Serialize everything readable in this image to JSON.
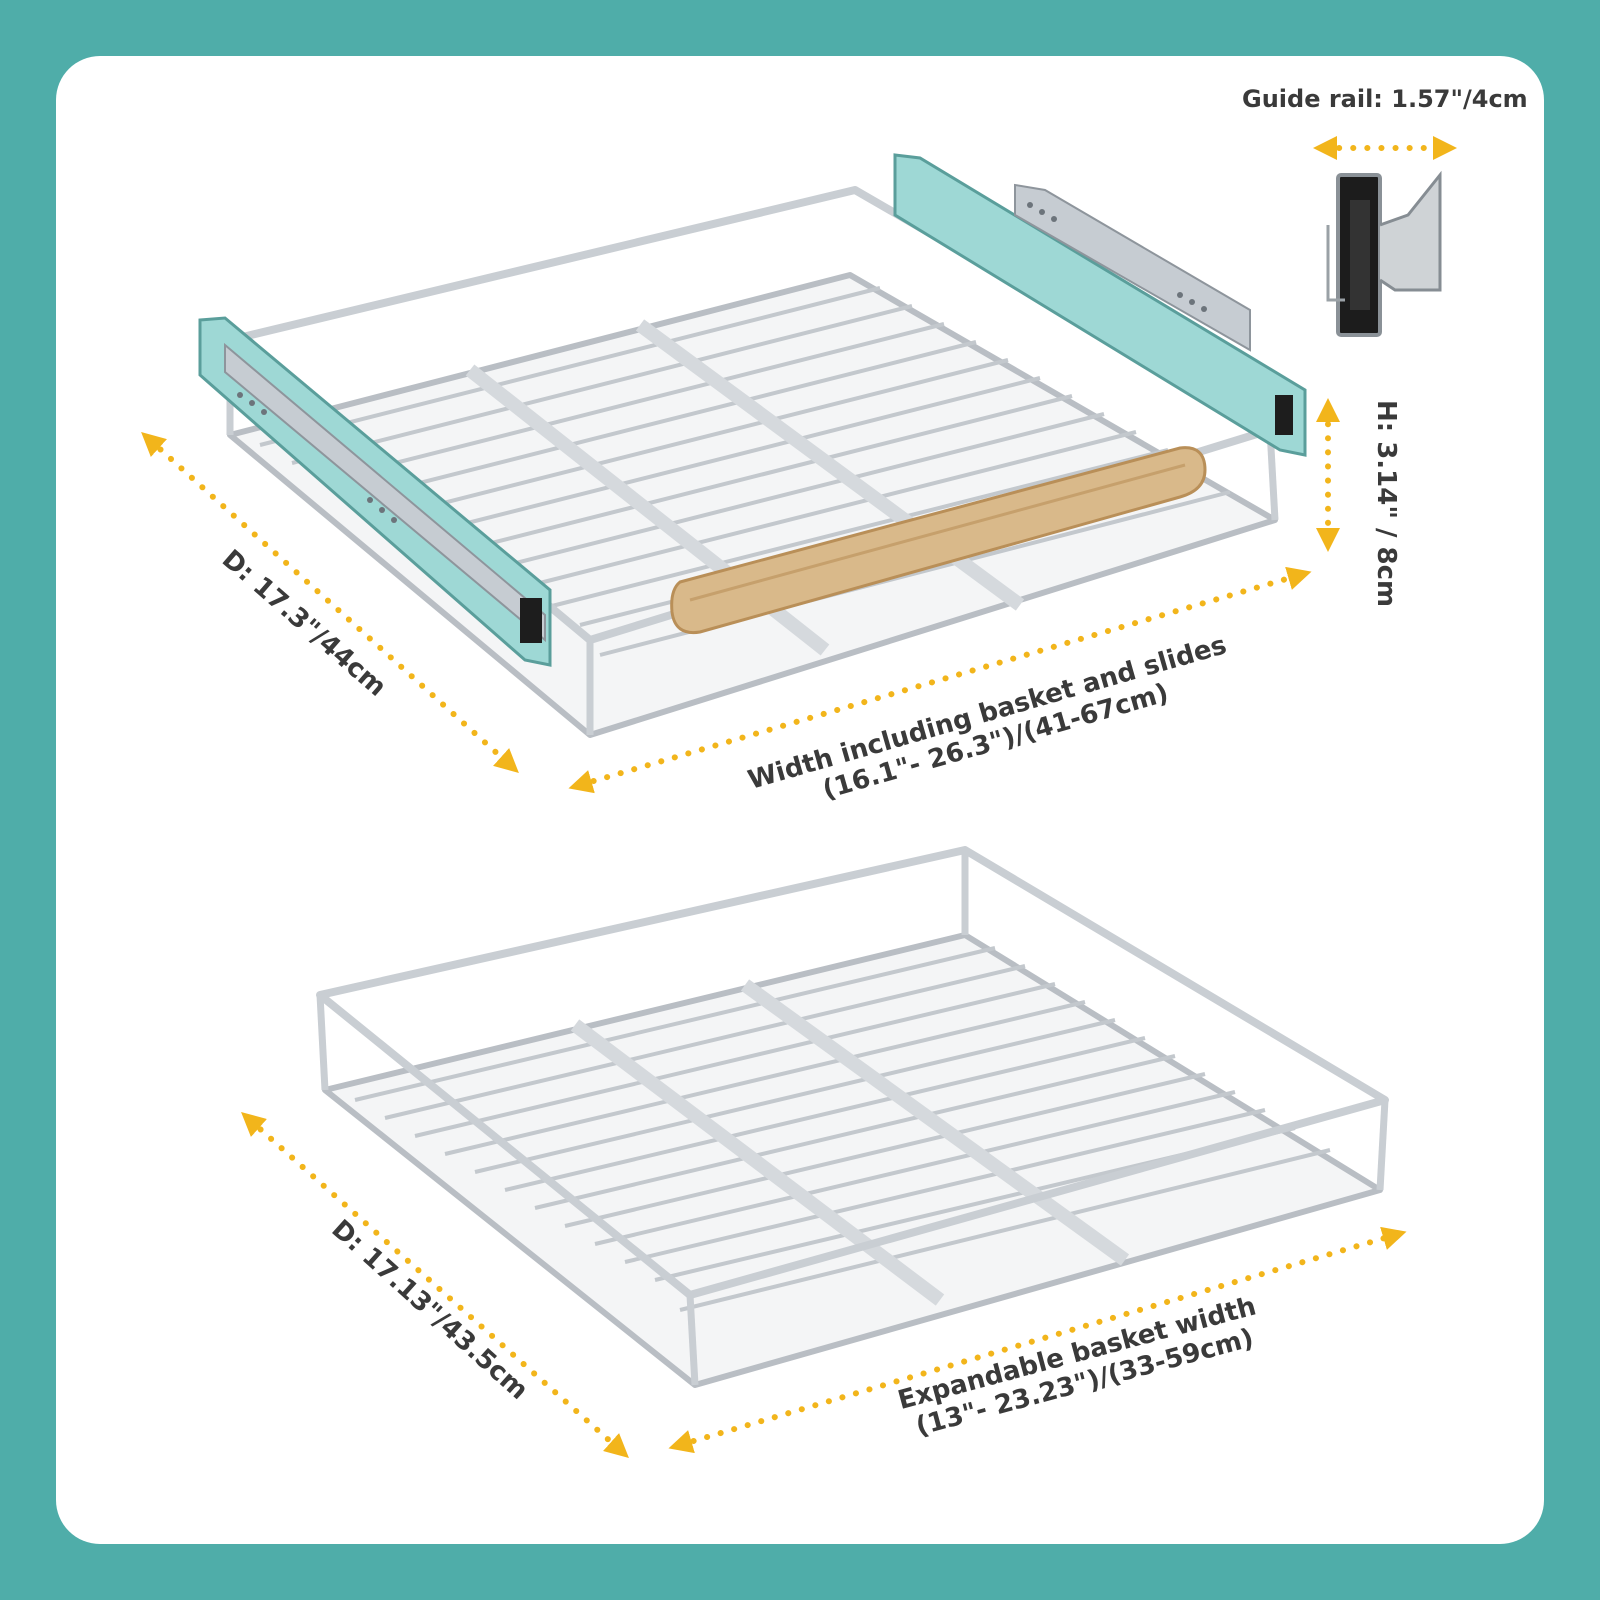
{
  "colors": {
    "background": "#4fada9",
    "card": "#ffffff",
    "text": "#3a3a3a",
    "arrow": "#f2b51b",
    "wire": "#b9bec4",
    "slide": "#8fd3d0",
    "handle": "#d7b88a"
  },
  "labels": {
    "guide_rail": "Guide rail: 1.57\"/4cm",
    "height": "H: 3.14\" / 8cm",
    "depth_top": "D: 17.3\"/44cm",
    "width_top_line1": "Width including basket and slides",
    "width_top_line2": "(16.1\"- 26.3\")/(41-67cm)",
    "depth_bottom": "D: 17.13\"/43.5cm",
    "width_bottom_line1": "Expandable basket width",
    "width_bottom_line2": "(13\"- 23.23\")/(33-59cm)"
  },
  "icons": {
    "top": "pull-out-basket-with-slides-icon",
    "bottom": "expandable-basket-icon",
    "rail": "guide-rail-cross-section-icon",
    "dimension": "dotted-double-arrow-icon"
  }
}
